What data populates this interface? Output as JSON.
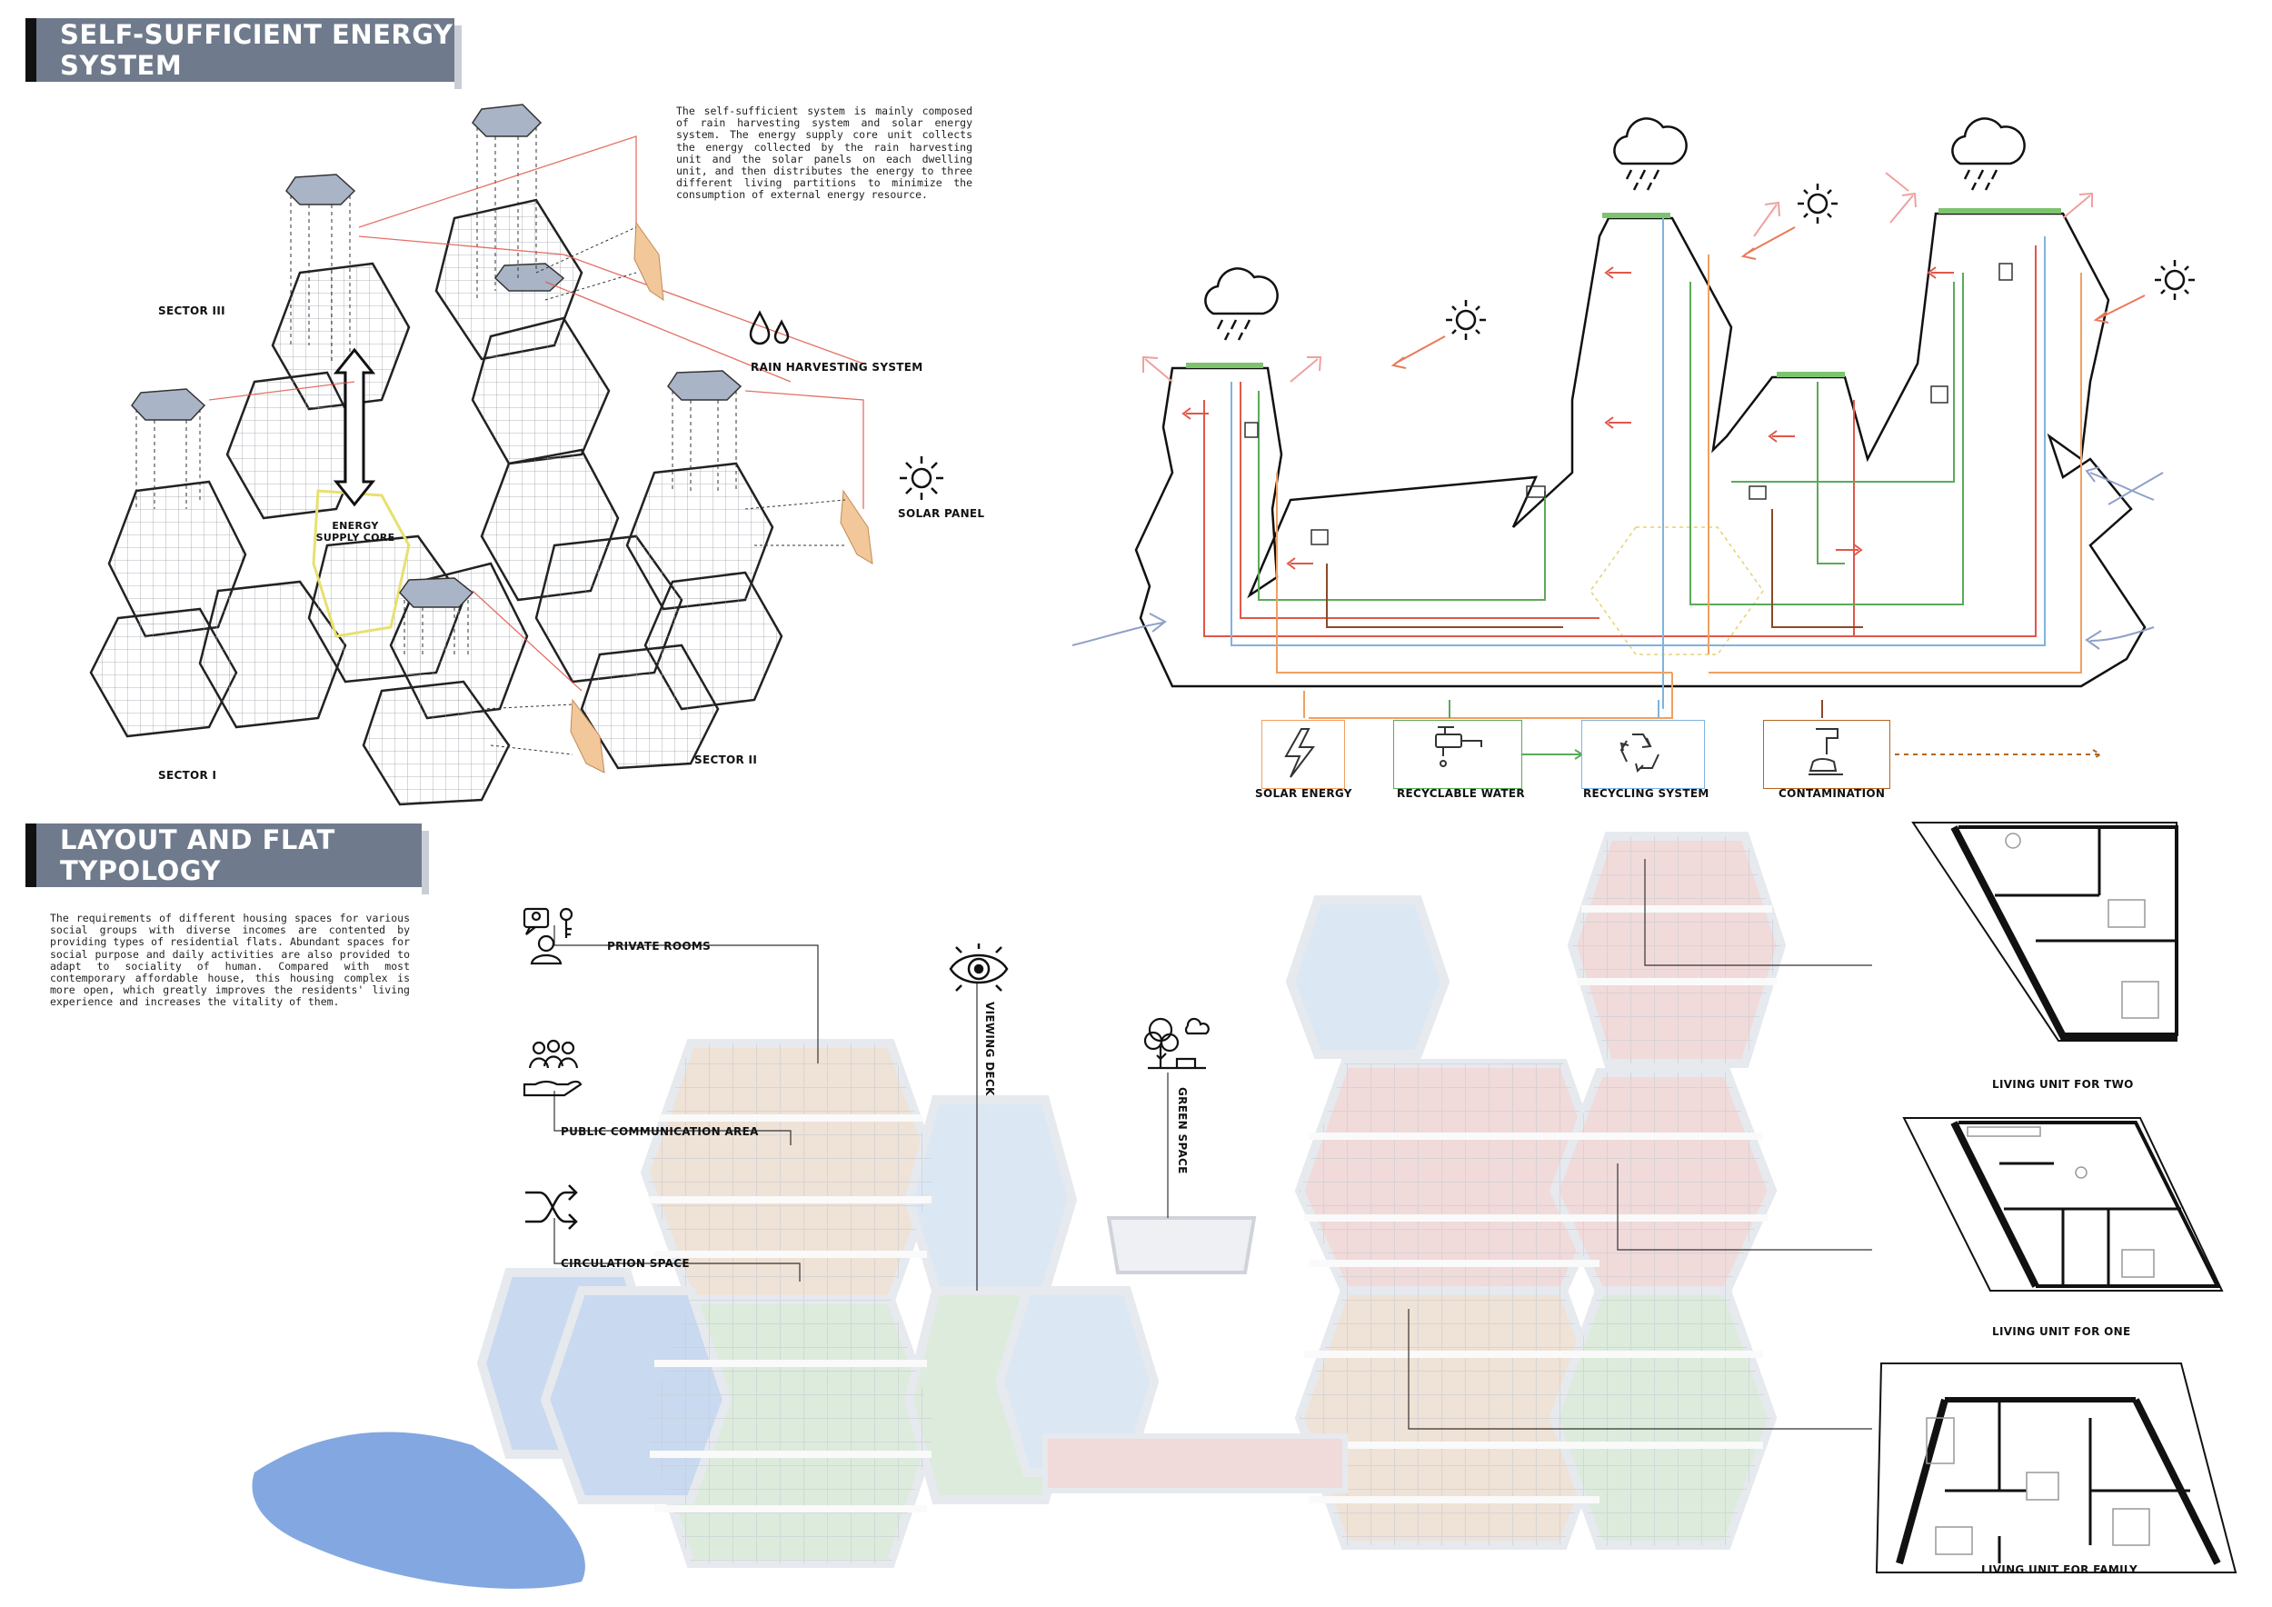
{
  "sections": {
    "energy_title": "SELF-SUFFICIENT ENERGY SYSTEM",
    "layout_title": "LAYOUT AND FLAT TYPOLOGY"
  },
  "energy": {
    "description": "The self-sufficient system is mainly composed of rain harvesting system and solar energy system. The energy supply core unit collects the energy collected by the rain harvesting unit and the solar panels on each dwelling unit, and then distributes the energy to three different living partitions to minimize the consumption of external energy resource.",
    "labels": {
      "sector_iii": "SECTOR III",
      "sector_i": "SECTOR I",
      "sector_ii": "SECTOR II",
      "energy_core": "ENERGY SUPPLY CORE",
      "rain_system": "RAIN HARVESTING SYSTEM",
      "solar_panel": "SOLAR PANEL"
    },
    "legend": [
      {
        "label": "SOLAR ENERGY",
        "color": "#f0a060",
        "icon": "lightning-icon"
      },
      {
        "label": "RECYCLABLE WATER",
        "color": "#5aaa5a",
        "icon": "faucet-icon"
      },
      {
        "label": "RECYCLING SYSTEM",
        "color": "#7fb3e0",
        "icon": "recycle-icon"
      },
      {
        "label": "CONTAMINATION",
        "color": "#b5651d",
        "icon": "drain-icon"
      }
    ]
  },
  "layout": {
    "description": "The requirements of different housing spaces for various social groups with diverse incomes are contented by providing types of residential flats. Abundant spaces for social purpose and daily activities are also provided to adapt to sociality of human. Compared with most contemporary affordable house, this housing complex is more open, which greatly improves the residents' living experience and increases the vitality of them.",
    "labels": {
      "private_rooms": "PRIVATE ROOMS",
      "public_area": "PUBLIC COMMUNICATION AREA",
      "circulation": "CIRCULATION SPACE",
      "viewing_deck": "VIEWING DECK",
      "green_space": "GREEN SPACE"
    },
    "units": [
      {
        "label": "LIVING UNIT FOR TWO"
      },
      {
        "label": "LIVING UNIT FOR ONE"
      },
      {
        "label": "LIVING UNIT FOR FAMILY"
      }
    ]
  },
  "colors": {
    "banner": "#6f7a8c",
    "red": "#e0574a",
    "blue": "#7fb3e0",
    "green": "#5aaa5a",
    "orange": "#f0a060",
    "brown": "#8b4a2a",
    "panel": "#f0c090",
    "rain_cap": "#a9b4c6"
  }
}
